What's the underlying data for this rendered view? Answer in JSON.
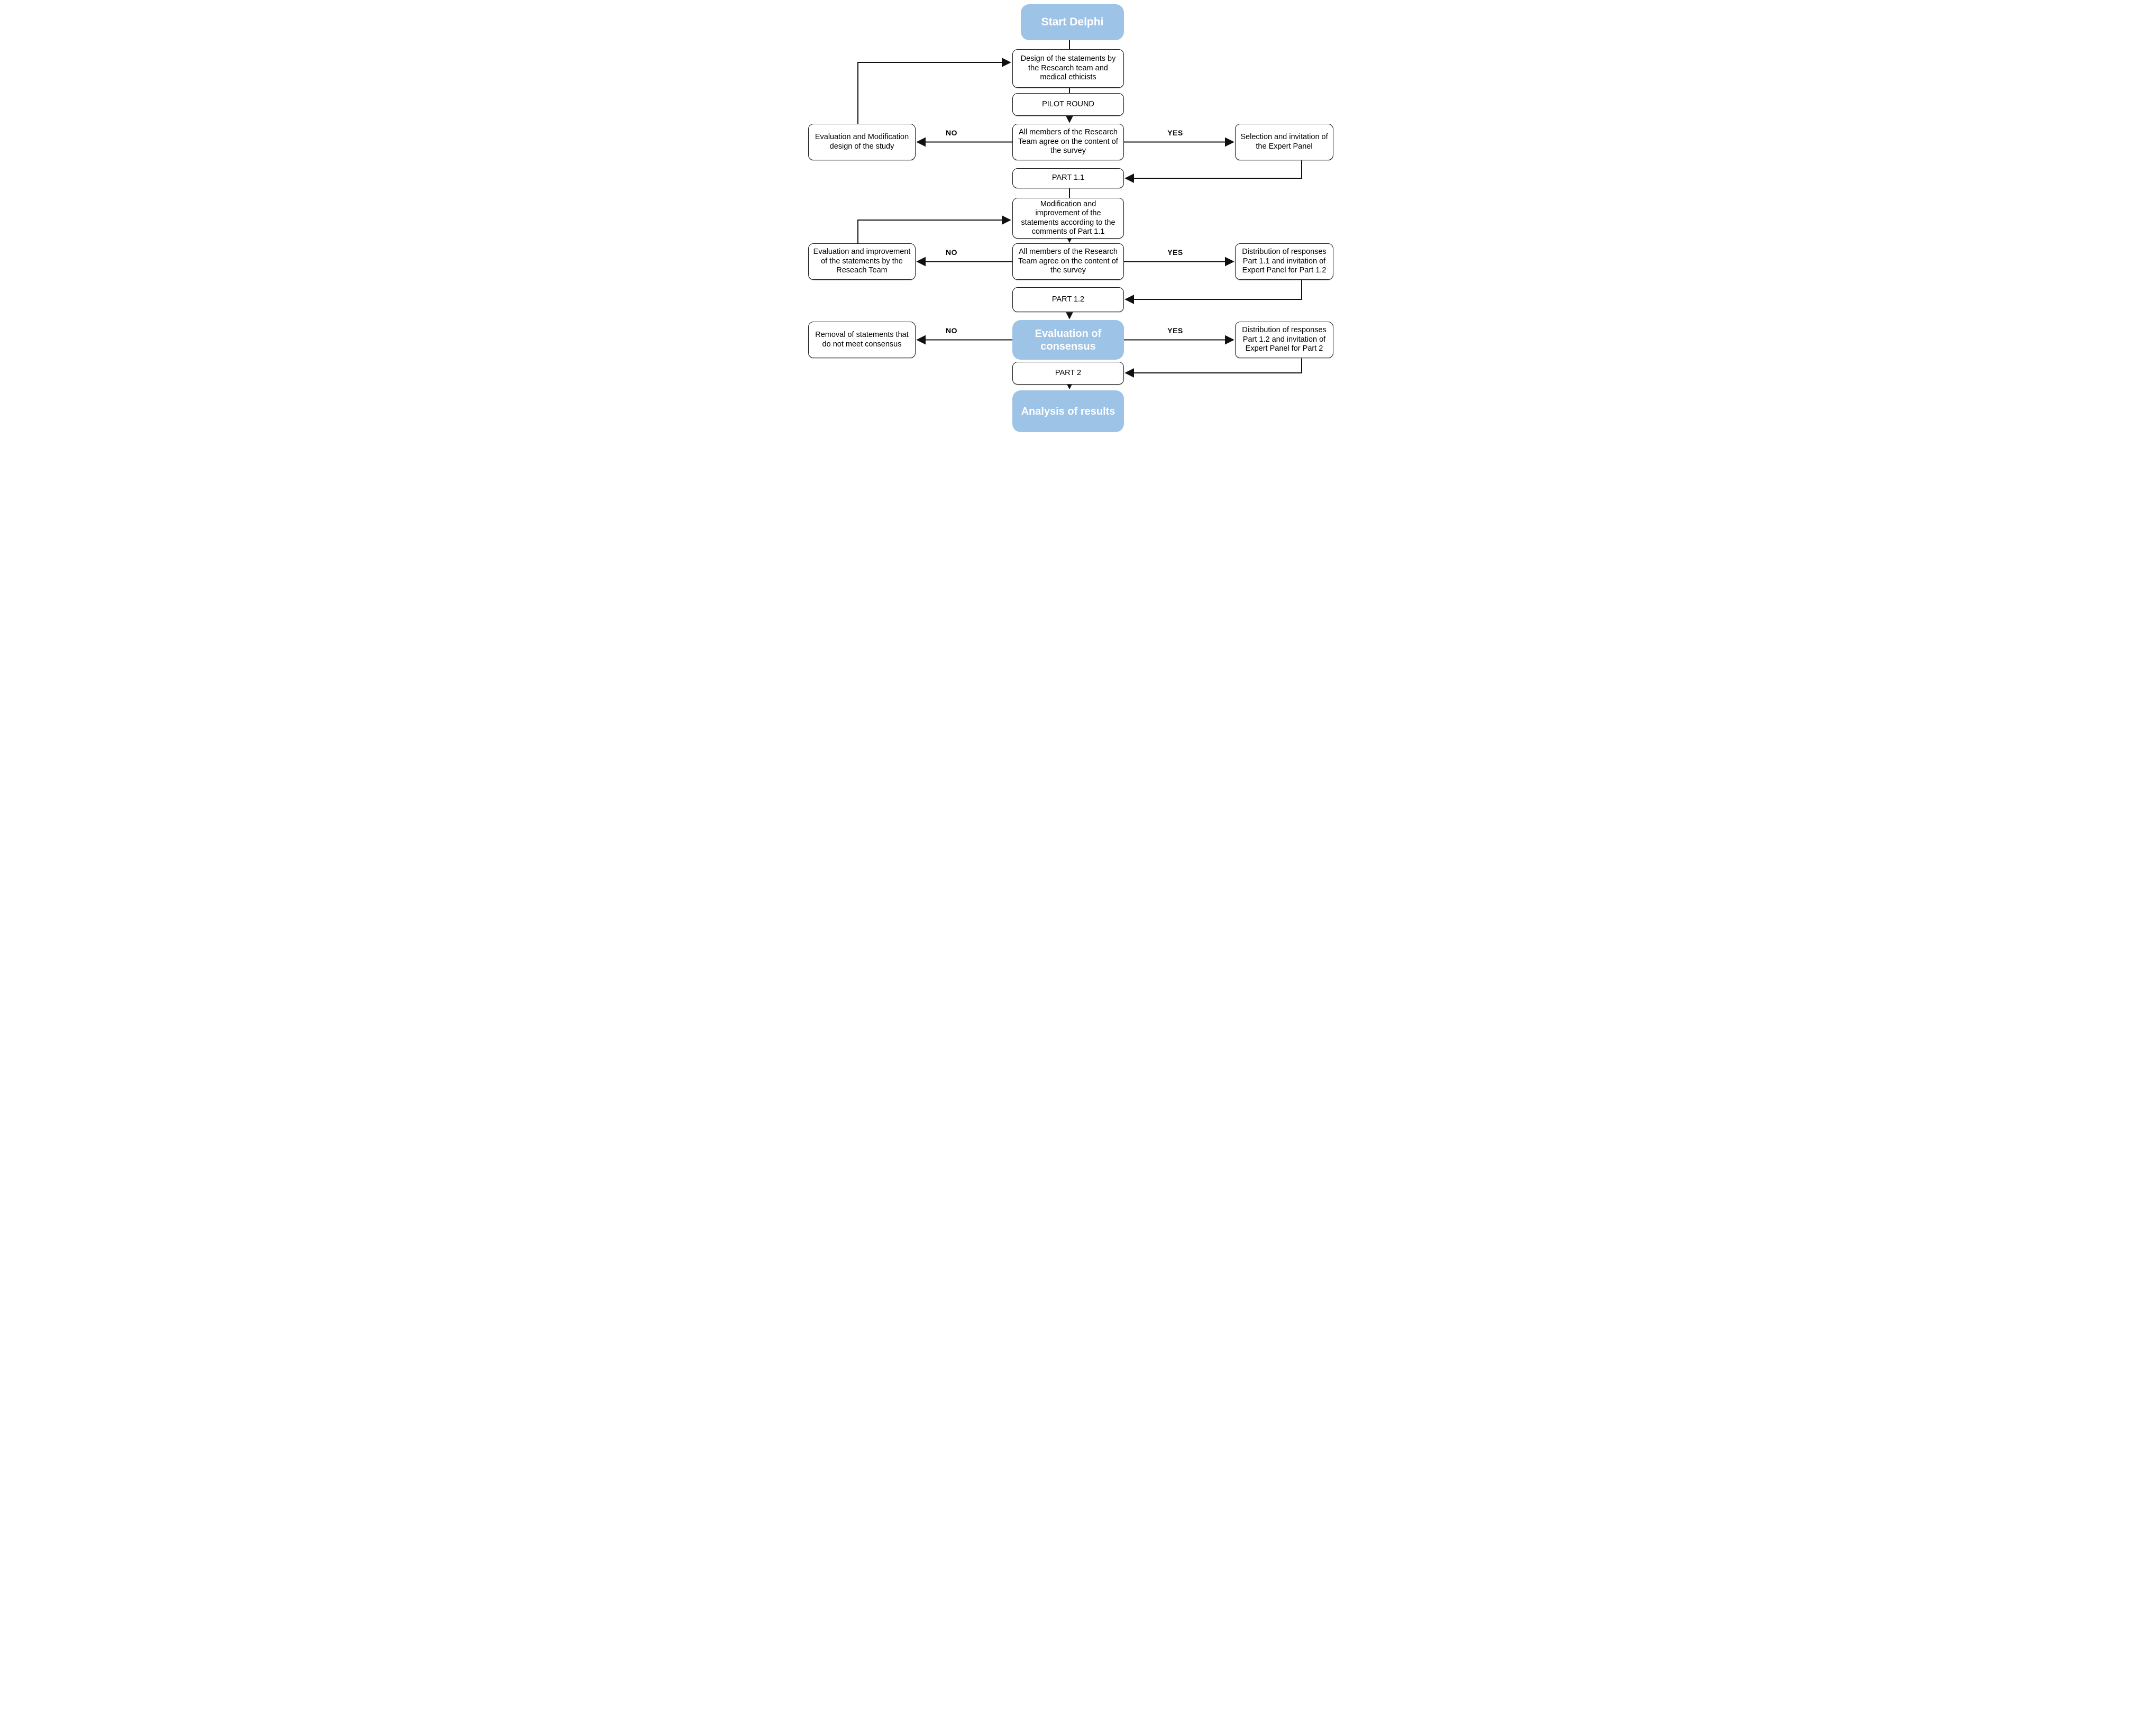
{
  "flowchart": {
    "accent_color": "#9dc3e6",
    "line_color": "#111111",
    "nodes": {
      "start": "Start Delphi",
      "design": "Design of the statements by the Research team and medical ethicists",
      "pilot": "PILOT ROUND",
      "decision1": "All members of the Research Team agree on the content of the survey",
      "eval_modification": "Evaluation and Modification design of the study",
      "selection": "Selection and invitation of the Expert Panel",
      "part11": "PART 1.1",
      "modification": "Modification and improvement of the statements according to the comments of Part 1.1",
      "decision2": "All members of the Research Team agree on the content of the survey",
      "eval_improvement": "Evaluation and improvement of the statements by the Reseach Team",
      "distribution11": "Distribution of responses Part 1.1 and invitation of Expert Panel for Part 1.2",
      "part12": "PART 1.2",
      "consensus": "Evaluation of consensus",
      "removal": "Removal of statements that do not meet consensus",
      "distribution12": "Distribution of responses Part 1.2 and invitation of Expert Panel for Part 2",
      "part2": "PART 2",
      "analysis": "Analysis of results"
    },
    "branch_labels": {
      "no1": "NO",
      "yes1": "YES",
      "no2": "NO",
      "yes2": "YES",
      "no3": "NO",
      "yes3": "YES"
    }
  }
}
